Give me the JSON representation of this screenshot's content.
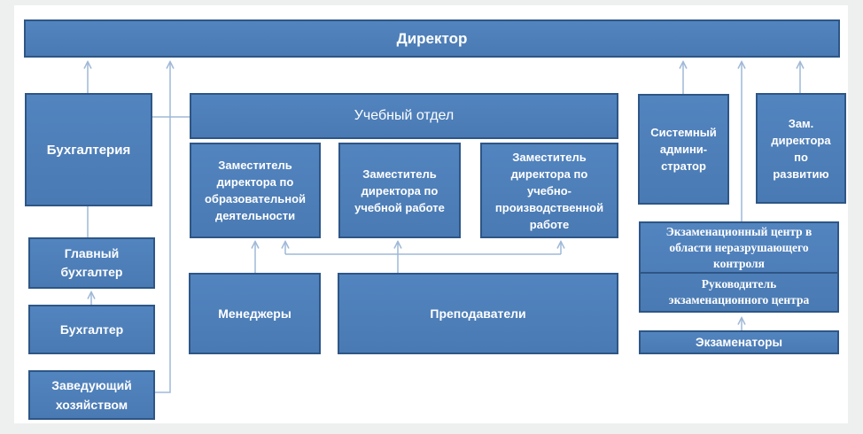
{
  "diagram": {
    "type": "org-chart",
    "nodes": {
      "director": {
        "label": "Директор"
      },
      "accounting": {
        "label": "Бухгалтерия"
      },
      "education_department": {
        "label": "Учебный отдел"
      },
      "deputy_educational": {
        "label": "Заместитель\nдиректора по\nобразовательной\nдеятельности"
      },
      "deputy_academic": {
        "label": "Заместитель\nдиректора по\nучебной работе"
      },
      "deputy_production": {
        "label": "Заместитель\nдиректора по\nучебно-\nпроизводственной\nработе"
      },
      "system_admin": {
        "label": "Системный\nадмини-\nстратор"
      },
      "deputy_development": {
        "label": "Зам.\nдиректора\nпо\nразвитию"
      },
      "chief_accountant": {
        "label": "Главный\nбухгалтер"
      },
      "accountant": {
        "label": "Бухгалтер"
      },
      "facilities_manager": {
        "label": "Заведующий\nхозяйством"
      },
      "managers": {
        "label": "Менеджеры"
      },
      "teachers": {
        "label": "Преподаватели"
      },
      "exam_center": {
        "label": "Экзаменационный центр в\nобласти неразрушающего\nконтроля"
      },
      "exam_center_head": {
        "label": "Руководитель\nэкзаменационного центра"
      },
      "examiners": {
        "label": "Экзаменаторы"
      }
    },
    "colors": {
      "box_fill": "#4d7db9",
      "box_border": "#2e5686",
      "connector": "#9fb8d7",
      "text": "#ffffff",
      "canvas": "#ffffff",
      "frame": "#eef0f0"
    }
  }
}
